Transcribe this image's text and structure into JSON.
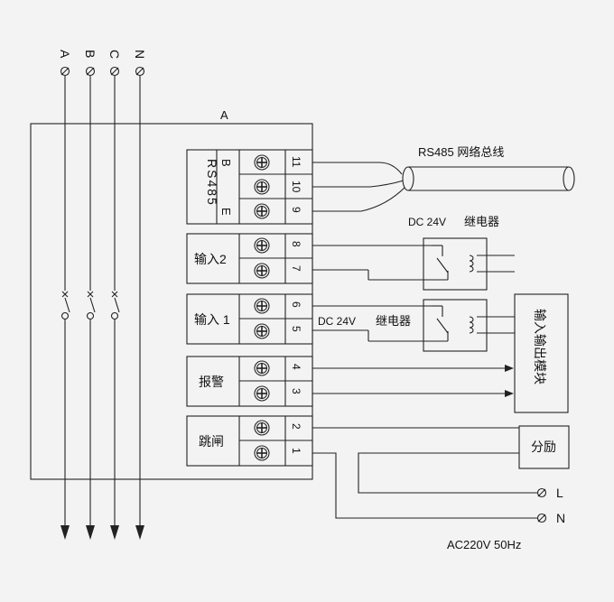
{
  "phases": [
    "A",
    "B",
    "C",
    "N"
  ],
  "device_label": "A",
  "rs485": {
    "block_label": "RS485",
    "pins": [
      "B",
      "E"
    ],
    "terminals": [
      "11",
      "10",
      "9"
    ],
    "bus_label": "RS485  网络总线"
  },
  "input2": {
    "label": "输入2",
    "terminals": [
      "8",
      "7"
    ]
  },
  "input1": {
    "label": "输入 1",
    "terminals": [
      "6",
      "5"
    ]
  },
  "alarm": {
    "label": "报警",
    "terminals": [
      "4",
      "3"
    ]
  },
  "trip": {
    "label": "跳闸",
    "terminals": [
      "2",
      "1"
    ]
  },
  "relay_top": {
    "voltage": "DC 24V",
    "name": "继电器"
  },
  "relay_bottom": {
    "voltage": "DC 24V",
    "name": "继电器"
  },
  "io_module": "输入输出模块",
  "shunt": "分励",
  "supply": {
    "L": "L",
    "N": "N",
    "spec": "AC220V  50Hz"
  },
  "icons": [
    "terminal-screw-icon",
    "breaker-contact-icon",
    "relay-coil-icon",
    "relay-switch-icon",
    "arrow-down-icon",
    "arrow-right-icon"
  ]
}
